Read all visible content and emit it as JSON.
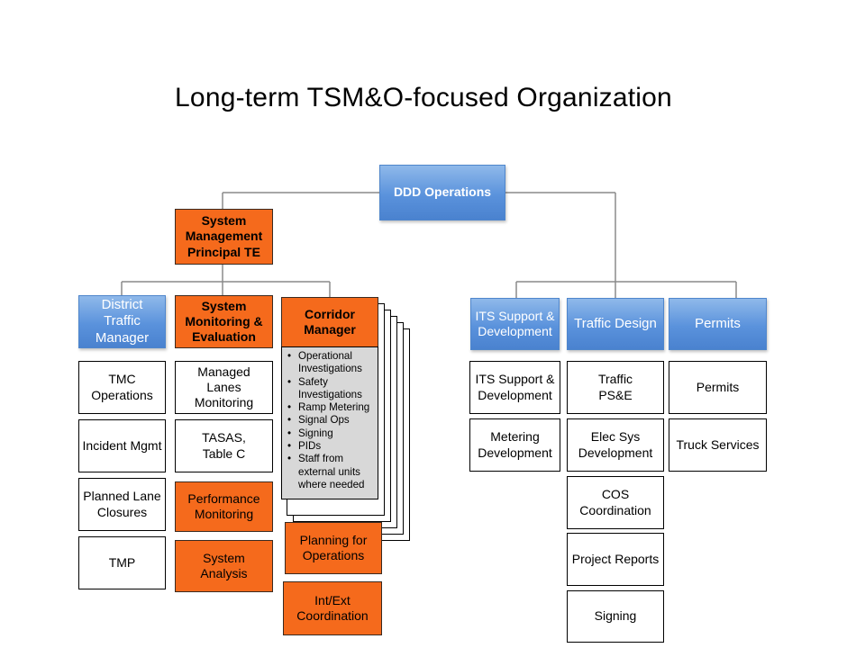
{
  "title": "Long-term TSM&O-focused Organization",
  "top": {
    "label": "DDD Operations"
  },
  "principal": {
    "label": "System\nManagement\nPrincipal TE"
  },
  "district": {
    "head": "District\nTraffic\nManager",
    "items": [
      "TMC\nOperations",
      "Incident Mgmt",
      "Planned Lane\nClosures",
      "TMP"
    ]
  },
  "monitoring": {
    "head": "System\nMonitoring &\nEvaluation",
    "items": [
      "Managed\nLanes\nMonitoring",
      "TASAS,\nTable C",
      "Performance\nMonitoring",
      "System\nAnalysis"
    ]
  },
  "corridor": {
    "head": "Corridor\nManager",
    "details": [
      "Operational Investigations",
      "Safety Investigations",
      "Ramp Metering",
      "Signal Ops",
      "Signing",
      "PIDs",
      "Staff from external units where needed"
    ],
    "items": [
      "Planning for\nOperations",
      "Int/Ext\nCoordination"
    ]
  },
  "its": {
    "head": "ITS Support &\nDevelopment",
    "items": [
      "ITS Support &\nDevelopment",
      "Metering\nDevelopment"
    ]
  },
  "traffic_design": {
    "head": "Traffic Design",
    "items": [
      "Traffic\nPS&E",
      "Elec Sys\nDevelopment",
      "COS\nCoordination",
      "Project Reports",
      "Signing"
    ]
  },
  "permits": {
    "head": "Permits",
    "items": [
      "Permits",
      "Truck Services"
    ]
  }
}
